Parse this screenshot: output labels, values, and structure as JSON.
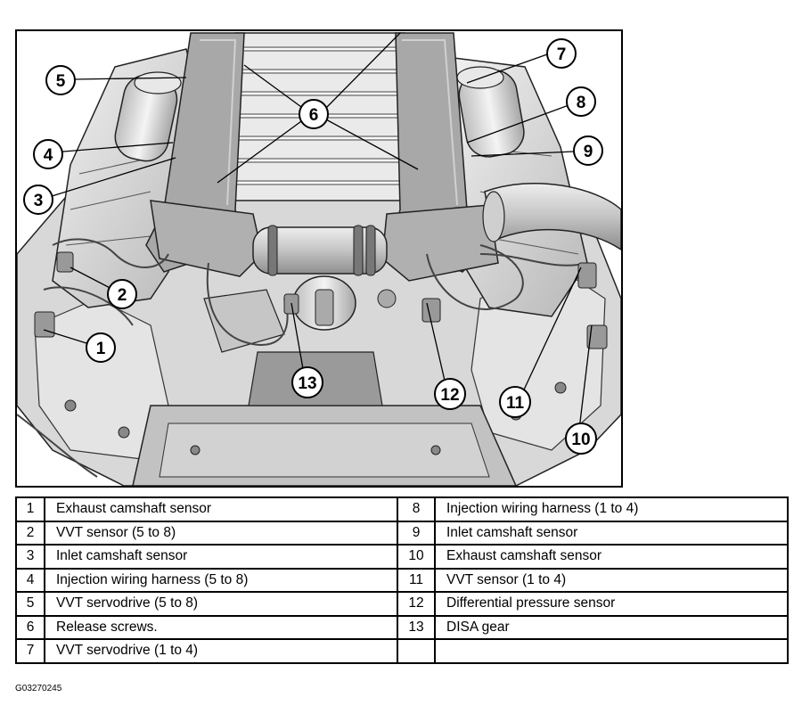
{
  "callouts": [
    {
      "n": "1"
    },
    {
      "n": "2"
    },
    {
      "n": "3"
    },
    {
      "n": "4"
    },
    {
      "n": "5"
    },
    {
      "n": "6"
    },
    {
      "n": "7"
    },
    {
      "n": "8"
    },
    {
      "n": "9"
    },
    {
      "n": "10"
    },
    {
      "n": "11"
    },
    {
      "n": "12"
    },
    {
      "n": "13"
    }
  ],
  "legend": {
    "rows": [
      {
        "left_num": "1",
        "left_desc": "Exhaust camshaft sensor",
        "right_num": "8",
        "right_desc": "Injection wiring harness (1 to 4)"
      },
      {
        "left_num": "2",
        "left_desc": "VVT sensor (5 to 8)",
        "right_num": "9",
        "right_desc": "Inlet camshaft sensor"
      },
      {
        "left_num": "3",
        "left_desc": "Inlet camshaft sensor",
        "right_num": "10",
        "right_desc": "Exhaust camshaft sensor"
      },
      {
        "left_num": "4",
        "left_desc": "Injection wiring harness (5 to 8)",
        "right_num": "11",
        "right_desc": "VVT sensor (1 to 4)"
      },
      {
        "left_num": "5",
        "left_desc": "VVT servodrive (5 to 8)",
        "right_num": "12",
        "right_desc": "Differential pressure sensor"
      },
      {
        "left_num": "6",
        "left_desc": "Release screws.",
        "right_num": "13",
        "right_desc": "DISA gear"
      },
      {
        "left_num": "7",
        "left_desc": "VVT servodrive (1 to 4)",
        "right_num": "",
        "right_desc": ""
      }
    ]
  },
  "figure_id": "G03270245"
}
